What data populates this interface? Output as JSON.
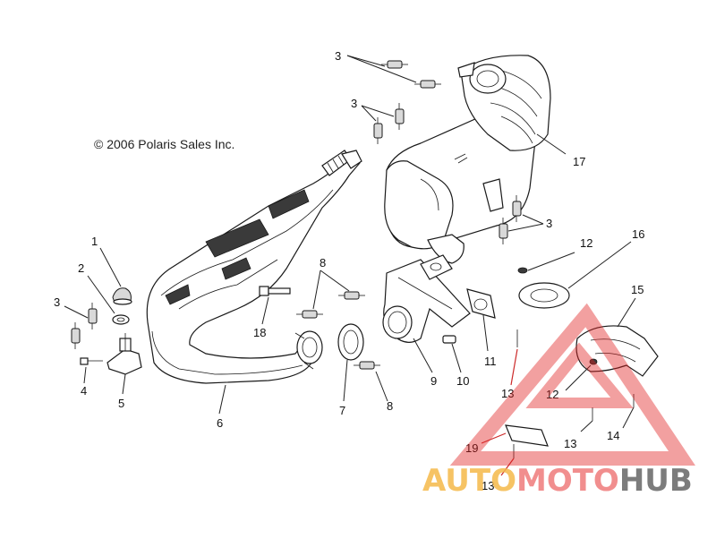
{
  "copyright": "© 2006 Polaris Sales Inc.",
  "callouts": {
    "c1": "1",
    "c2": "2",
    "c3a": "3",
    "c3b": "3",
    "c3c": "3",
    "c3d": "3",
    "c4": "4",
    "c5": "5",
    "c6": "6",
    "c7": "7",
    "c8a": "8",
    "c8b": "8",
    "c9": "9",
    "c10": "10",
    "c11": "11",
    "c12a": "12",
    "c12b": "12",
    "c13a": "13",
    "c13b": "13",
    "c13c": "13",
    "c14": "14",
    "c15": "15",
    "c16": "16",
    "c17": "17",
    "c18": "18",
    "c19": "19"
  },
  "watermark": {
    "auto": "AUTO",
    "moto": "MOTO",
    "hub": "HUB",
    "colors": {
      "auto": "#f5b94a",
      "moto": "#ef7b7b",
      "hub": "#666666",
      "triangle": "#e11f1f"
    }
  }
}
